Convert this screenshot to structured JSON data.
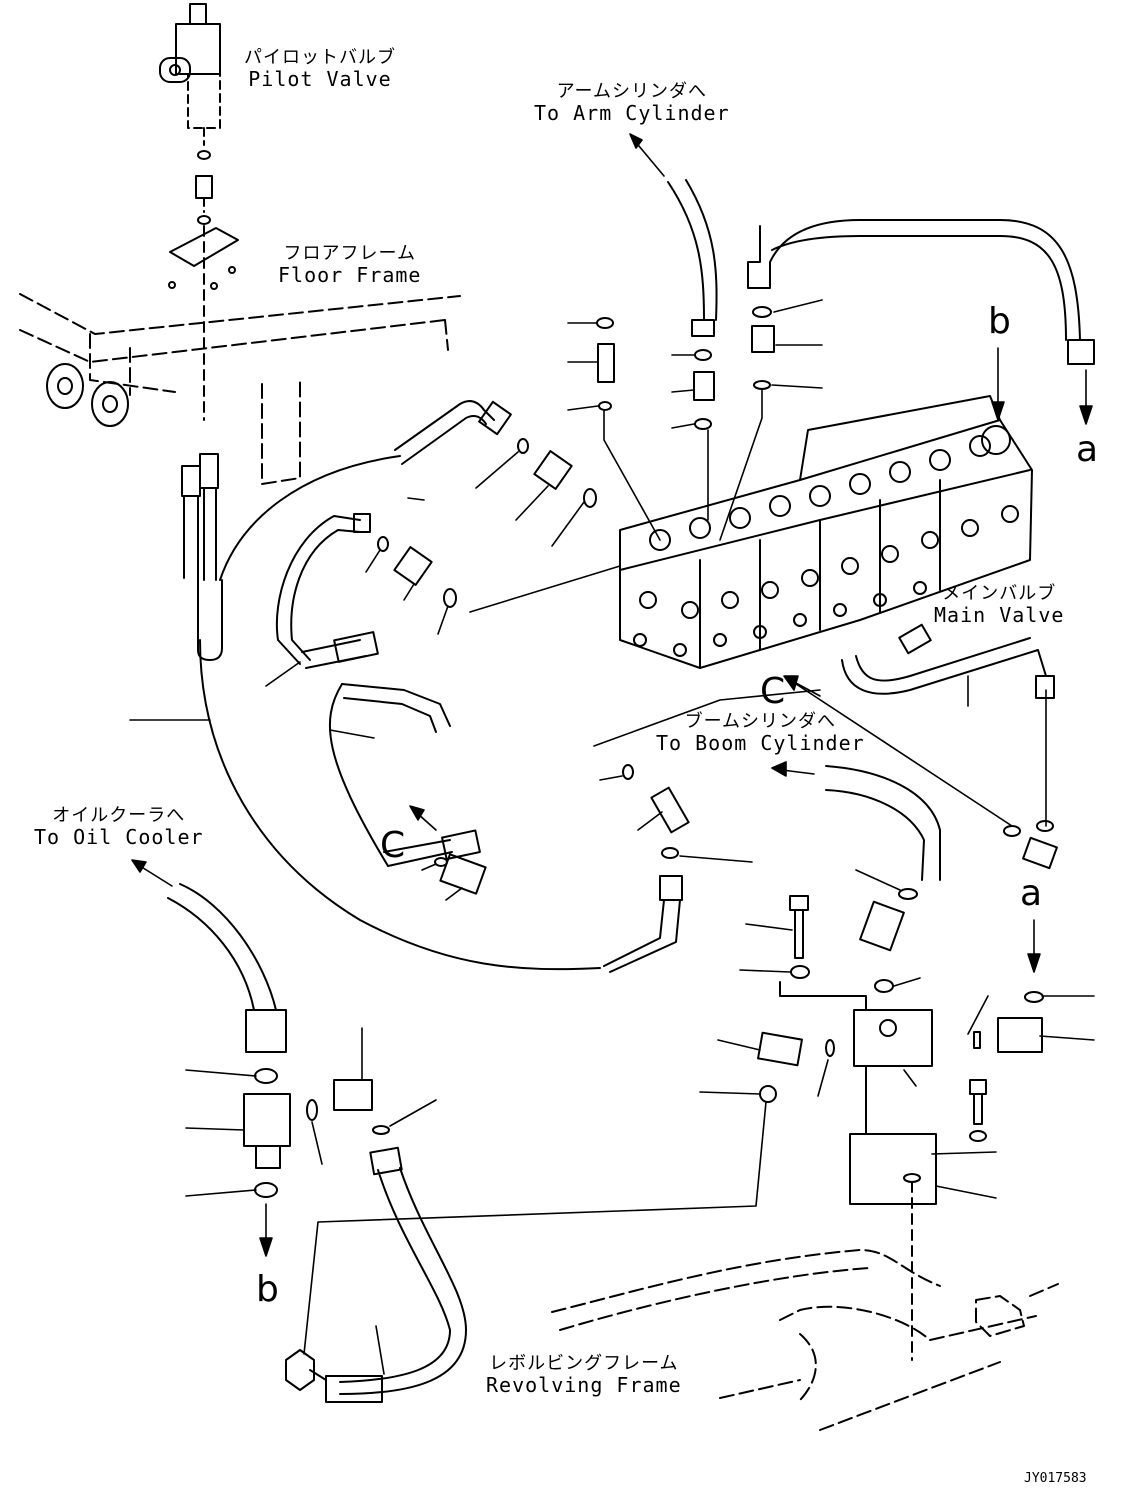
{
  "labels": {
    "pilot_valve": {
      "jp": "パイロットバルブ",
      "en": "Pilot Valve"
    },
    "floor_frame": {
      "jp": "フロアフレーム",
      "en": "Floor Frame"
    },
    "arm_cylinder": {
      "jp": "アームシリンダへ",
      "en": "To Arm Cylinder"
    },
    "main_valve": {
      "jp": "メインバルブ",
      "en": "Main Valve"
    },
    "boom_cylinder": {
      "jp": "ブームシリンダへ",
      "en": "To Boom Cylinder"
    },
    "oil_cooler": {
      "jp": "オイルクーラへ",
      "en": "To Oil Cooler"
    },
    "revolving_frame": {
      "jp": "レボルビングフレーム",
      "en": "Revolving Frame"
    }
  },
  "refs": {
    "b_top": "b",
    "a_right": "a",
    "c_mid": "C",
    "c_left": "C",
    "a_mid": "a",
    "b_bottom": "b"
  },
  "drawing_code": "JY017583",
  "colors": {
    "line": "#000000",
    "background": "#ffffff"
  }
}
